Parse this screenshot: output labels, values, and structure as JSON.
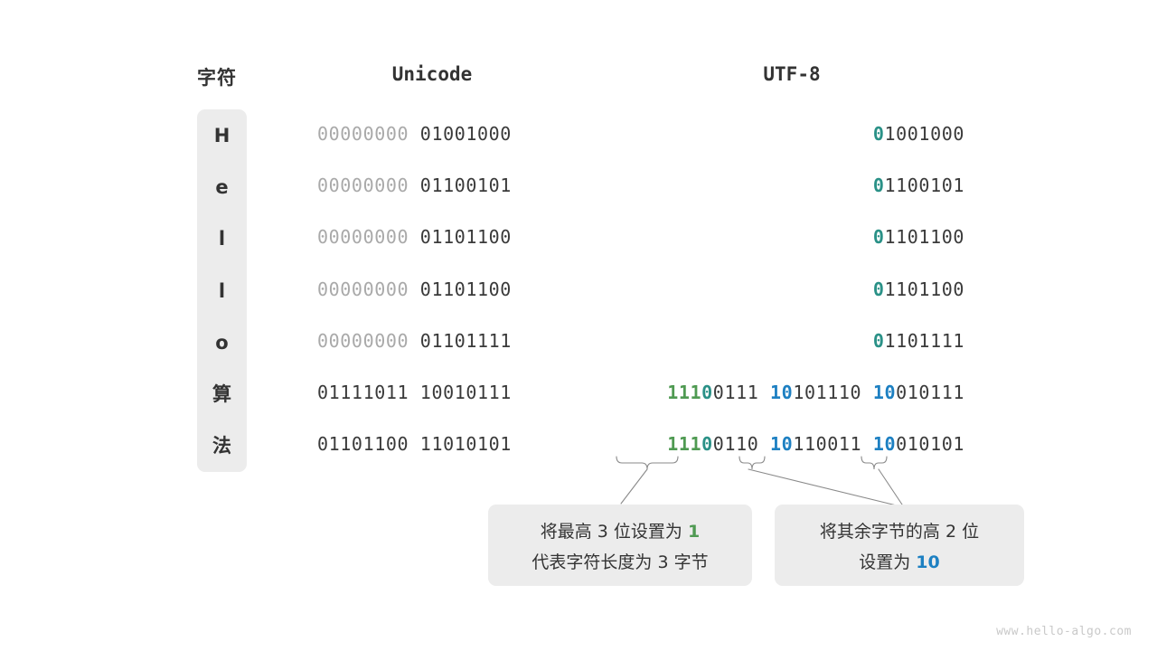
{
  "headers": {
    "char": "字符",
    "unicode": "Unicode",
    "utf8": "UTF-8"
  },
  "colors": {
    "green": "#4f9a52",
    "blue": "#1d80c2",
    "teal": "#2a9187",
    "dark": "#3a3a3a",
    "dim": "#a9a9a9",
    "panel": "#ececec"
  },
  "rows": [
    {
      "char": "H",
      "unicode_high": "00000000",
      "unicode_low": "01001000",
      "utf8_marker": "0",
      "utf8_rest": "1001000",
      "utf8_bytes": []
    },
    {
      "char": "e",
      "unicode_high": "00000000",
      "unicode_low": "01100101",
      "utf8_marker": "0",
      "utf8_rest": "1100101",
      "utf8_bytes": []
    },
    {
      "char": "l",
      "unicode_high": "00000000",
      "unicode_low": "01101100",
      "utf8_marker": "0",
      "utf8_rest": "1101100",
      "utf8_bytes": []
    },
    {
      "char": "l",
      "unicode_high": "00000000",
      "unicode_low": "01101100",
      "utf8_marker": "0",
      "utf8_rest": "1101100",
      "utf8_bytes": []
    },
    {
      "char": "o",
      "unicode_high": "00000000",
      "unicode_low": "01101111",
      "utf8_marker": "0",
      "utf8_rest": "1101111",
      "utf8_bytes": []
    },
    {
      "char": "算",
      "unicode_high": "01111011",
      "unicode_low": "10010111",
      "utf8_marker": "",
      "utf8_rest": "",
      "utf8_bytes": [
        {
          "green": "111",
          "teal": "0",
          "rest": "0111"
        },
        {
          "blue": "10",
          "rest": "101110"
        },
        {
          "blue": "10",
          "rest": "010111"
        }
      ]
    },
    {
      "char": "法",
      "unicode_high": "01101100",
      "unicode_low": "11010101",
      "utf8_marker": "",
      "utf8_rest": "",
      "utf8_bytes": [
        {
          "green": "111",
          "teal": "0",
          "rest": "0110"
        },
        {
          "blue": "10",
          "rest": "110011"
        },
        {
          "blue": "10",
          "rest": "010101"
        }
      ]
    }
  ],
  "callouts": [
    {
      "line1_pre": "将最高 3 位设置为 ",
      "line1_key": "1",
      "line1_key_color": "green",
      "line2": "代表字符长度为 3 字节"
    },
    {
      "line1": "将其余字节的高 2 位",
      "line2_pre": "设置为 ",
      "line2_key": "10",
      "line2_key_color": "blue"
    }
  ],
  "watermark": "www.hello-algo.com"
}
